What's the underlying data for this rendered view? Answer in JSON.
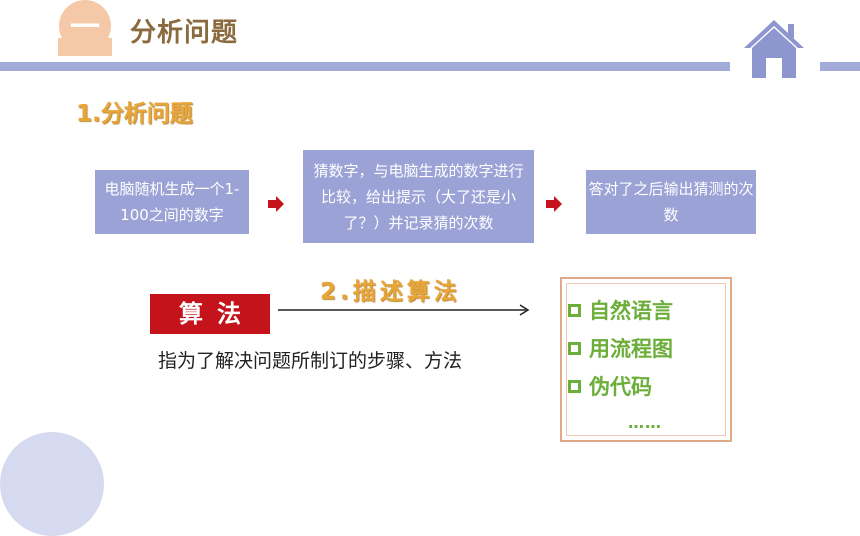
{
  "header": {
    "section_number": "一",
    "title": "分析问题"
  },
  "subheading": "1.分析问题",
  "steps": [
    {
      "text": "电脑随机生成一个1-100之间的数字"
    },
    {
      "text": "猜数字，与电脑生成的数字进行比较，给出提示（大了还是小了？）并记录猜的次数"
    },
    {
      "text": "答对了之后输出猜测的次数"
    }
  ],
  "algorithm": {
    "label": "算法",
    "description": "指为了解决问题所制订的步骤、方法",
    "describe_label": "2.描述算法"
  },
  "methods": {
    "items": [
      "自然语言",
      "用流程图",
      "伪代码"
    ],
    "ellipsis": "……"
  },
  "colors": {
    "header_bar": "#a3acd9",
    "badge": "#f5c9a8",
    "step_box": "#9aa2d6",
    "arrow": "#c4131b",
    "algo_box": "#c4131b",
    "accent_orange": "#e8a53a",
    "method_green": "#6cae3a"
  },
  "icons": [
    "section-badge-icon",
    "home-icon",
    "arrow-right-icon",
    "checkbox-icon"
  ]
}
